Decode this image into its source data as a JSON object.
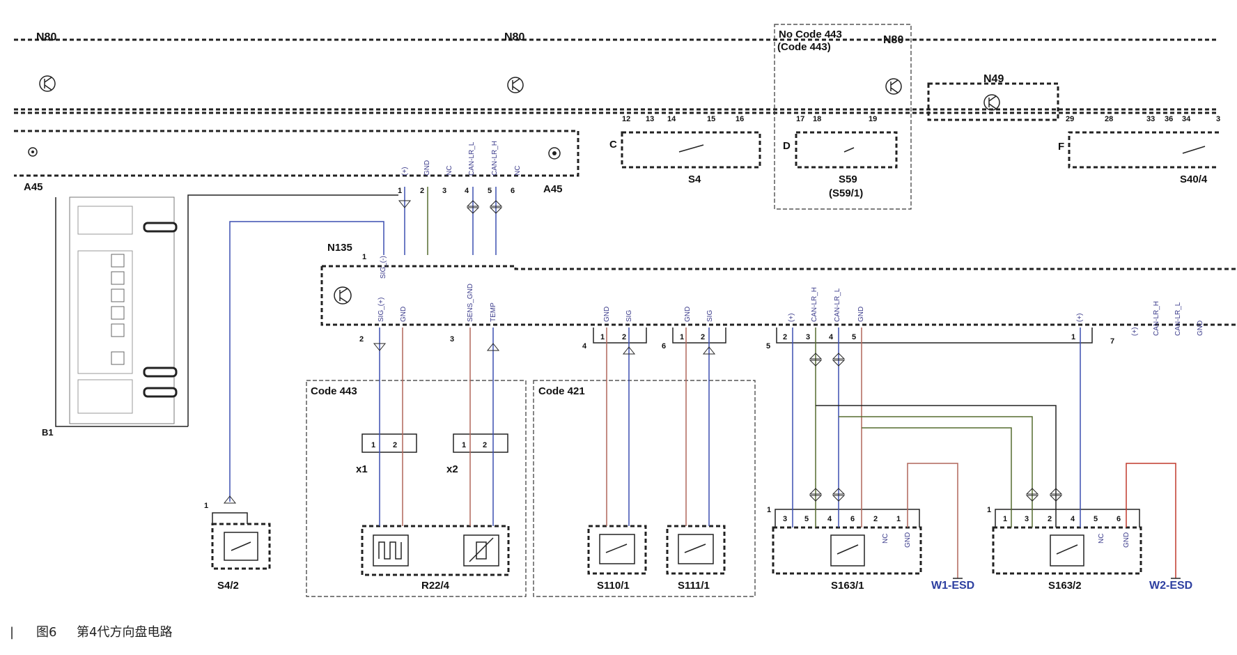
{
  "labels": {
    "n80_a": "N80",
    "n80_b": "N80",
    "n80_c": "N80",
    "no_code_443": "No  Code 443",
    "code_443_paren": "(Code 443)",
    "n49": "N49",
    "a45_left": "A45",
    "a45_right": "A45",
    "conn_c": "C",
    "conn_d": "D",
    "conn_f": "F",
    "s4": "S4",
    "s59": "S59",
    "s59_1": "(S59/1)",
    "s40_4": "S40/4",
    "n135": "N135",
    "b1": "B1",
    "code_443": "Code 443",
    "code_421": "Code 421",
    "x1": "x1",
    "x2": "x2",
    "s4_2": "S4/2",
    "r22_4": "R22/4",
    "s110_1": "S110/1",
    "s111_1": "S111/1",
    "s163_1": "S163/1",
    "s163_2": "S163/2",
    "w1_esd": "W1-ESD",
    "w2_esd": "W2-ESD"
  },
  "pins": {
    "c12": "12",
    "c13": "13",
    "c14": "14",
    "c15": "15",
    "c16": "16",
    "d17": "17",
    "d18": "18",
    "d19": "19",
    "f29": "29",
    "f28": "28",
    "f33": "33",
    "f36": "36",
    "f34": "34",
    "f3": "3",
    "a1": "1",
    "a2": "2",
    "a3": "3",
    "a4": "4",
    "a5": "5",
    "a6": "6",
    "n1": "1",
    "g2": "2",
    "g3": "3",
    "g4": "4",
    "g6": "6",
    "g5": "5",
    "g7": "7",
    "p4_1": "1",
    "p4_2": "2",
    "p6_1": "1",
    "p6_2": "2",
    "p5_2": "2",
    "p5_3": "3",
    "p5_4": "4",
    "p5_5": "5",
    "p5_1": "1",
    "x1_1": "1",
    "x1_2": "2",
    "x2_1": "1",
    "x2_2": "2",
    "s42_1": "1",
    "s1_1": "1",
    "s1_3": "3",
    "s1_5": "5",
    "s1_4": "4",
    "s1_6": "6",
    "s1_2": "2",
    "s1_1b": "1",
    "s2_1": "1",
    "s2_1b": "1",
    "s2_3": "3",
    "s2_2": "2",
    "s2_4": "4",
    "s2_5": "5",
    "s2_6": "6"
  },
  "signals": {
    "a_plus": "(+)",
    "a_gnd": "GND",
    "a_nc": "NC",
    "a_canl": "CAN-LR_L",
    "a_canh": "CAN-LR_H",
    "a_nc2": "NC",
    "n_sig": "SIG_(-)",
    "g2_sig": "SIG_(+)",
    "g2_gnd": "GND",
    "g3_sens": "SENS_GND",
    "g3_temp": "TEMP",
    "g4_gnd": "GND",
    "g4_sig": "SIG",
    "g6_gnd": "GND",
    "g6_sig": "SIG",
    "g5_plus": "(+)",
    "g5_canh": "CAN-LR_H",
    "g5_canl": "CAN-LR_L",
    "g5_gnd": "GND",
    "g5_plus2": "(+)",
    "g7_plus": "(+)",
    "g7_canh": "CAN-LR_H",
    "g7_canl": "CAN-LR_L",
    "g7_gnd": "GND",
    "s1_nc": "NC",
    "s1_gnd": "GND",
    "s2_nc": "NC",
    "s2_gnd": "GND"
  },
  "caption": {
    "bar": "|",
    "figure": "图6",
    "title": "第4代方向盘电路"
  },
  "colors": {
    "wire_blue": "#3b4fb0",
    "wire_brown": "#b0665a",
    "wire_red": "#c0392b",
    "wire_green": "#556b2f",
    "esd_text": "#2d3fa0"
  }
}
